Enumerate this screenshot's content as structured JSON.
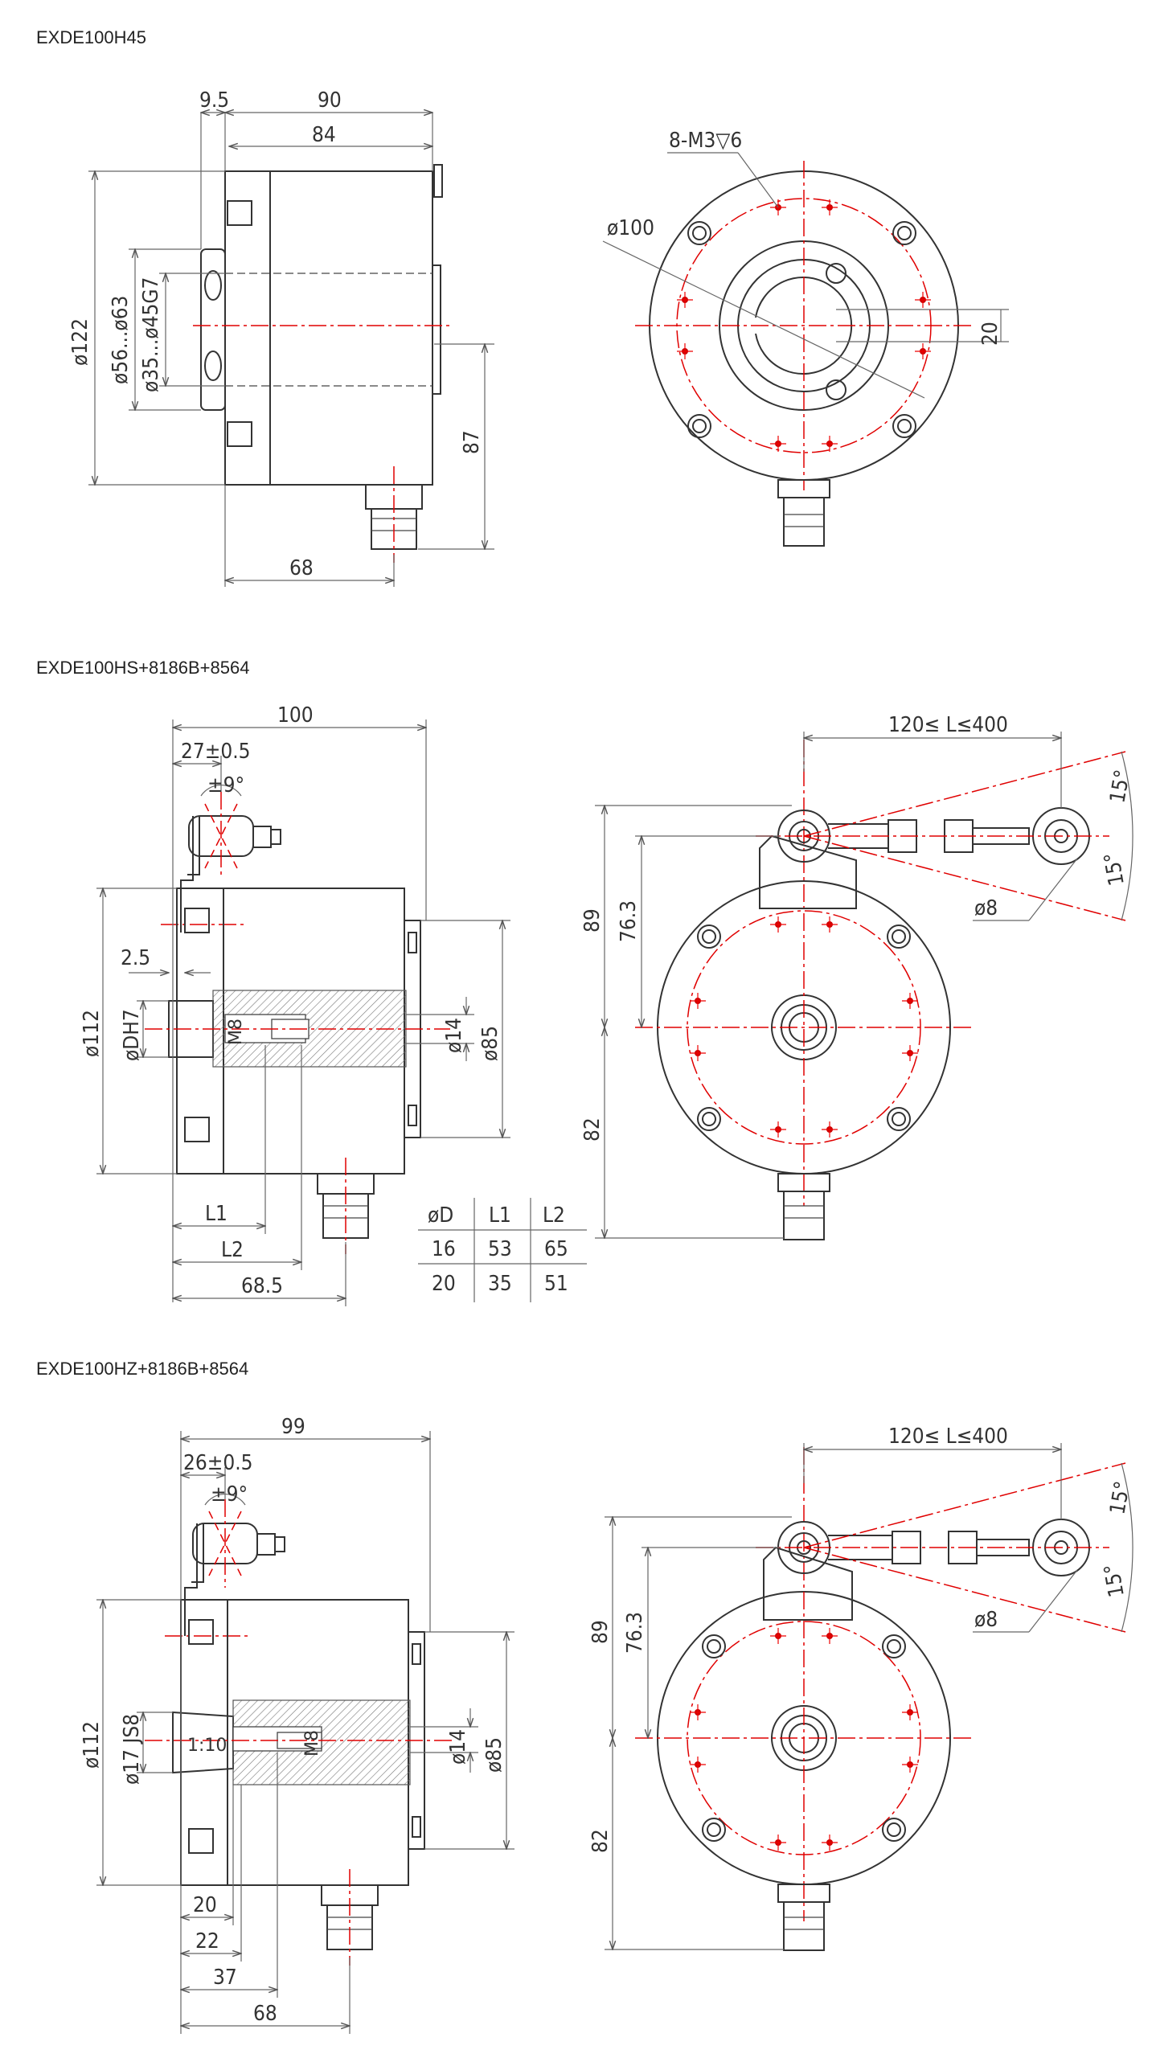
{
  "titles": [
    "EXDE100H45",
    "EXDE100HS+8186B+8564",
    "EXDE100HZ+8186B+8564"
  ],
  "d1": {
    "w95": "9.5",
    "w90": "90",
    "w84": "84",
    "d122": "ø122",
    "d56": "ø56...ø63",
    "d35": "ø35...ø45G7",
    "h87": "87",
    "w68": "68",
    "holes": "8-M3▽6",
    "d100": "ø100",
    "h20": "20"
  },
  "d2": {
    "w100": "100",
    "w27": "27±0.5",
    "ang9": "±9°",
    "w25": "2.5",
    "d112": "ø112",
    "dDH7": "øDH7",
    "m8": "M8",
    "d14": "ø14",
    "d85": "ø85",
    "l1": "L1",
    "l2": "L2",
    "w685": "68.5",
    "range": "120≤ L≤400",
    "a15a": "15°",
    "a15b": "15°",
    "h89": "89",
    "h763": "76.3",
    "h82": "82",
    "d8": "ø8"
  },
  "table": {
    "header": [
      "øD",
      "L1",
      "L2"
    ],
    "rows": [
      [
        "16",
        "53",
        "65"
      ],
      [
        "20",
        "35",
        "51"
      ]
    ]
  },
  "d3": {
    "w99": "99",
    "w26": "26±0.5",
    "ang9": "±9°",
    "d112": "ø112",
    "d17": "ø17 JS8",
    "taper": "1:10",
    "m8": "M8",
    "d14": "ø14",
    "d85": "ø85",
    "w20": "20",
    "w22": "22",
    "w37": "37",
    "w68": "68",
    "range": "120≤ L≤400",
    "a15a": "15°",
    "a15b": "15°",
    "h89": "89",
    "h763": "76.3",
    "h82": "82",
    "d8": "ø8"
  }
}
